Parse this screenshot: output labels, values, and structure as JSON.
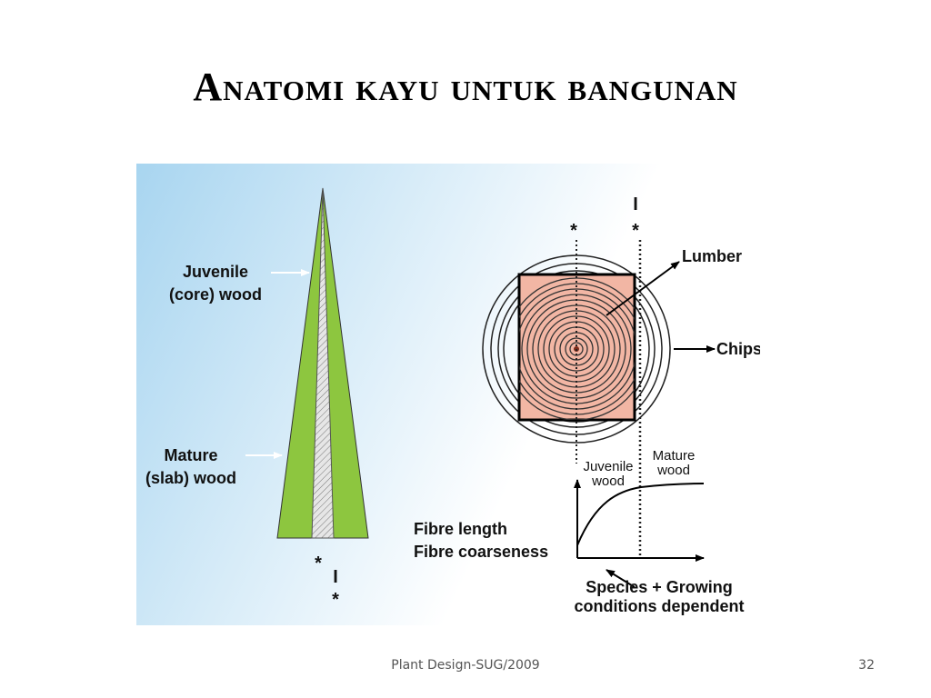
{
  "slide": {
    "title": "Anatomi kayu untuk bangunan",
    "footer": "Plant Design-SUG/2009",
    "page_number": "32"
  },
  "diagram": {
    "colors": {
      "background_from": "#a8d5f0",
      "background_to": "#ffffff",
      "mature_wood": "#8dc63f",
      "juvenile_core": "#dcdcdc",
      "lumber_fill": "#f2b6a4",
      "arrow_white": "#ffffff"
    },
    "tree": {
      "juvenile_label_line1": "Juvenile",
      "juvenile_label_line2": "(core) wood",
      "mature_label_line1": "Mature",
      "mature_label_line2": "(slab) wood",
      "star_left": "*",
      "marker_bar": "I",
      "star_bottom": "*"
    },
    "log": {
      "star_left": "*",
      "marker_bar": "I",
      "star_right": "*",
      "lumber_label": "Lumber",
      "chips_label": "Chips"
    },
    "graph": {
      "juvenile_line1": "Juvenile",
      "juvenile_line2": "wood",
      "mature_line1": "Mature",
      "mature_line2": "wood",
      "y_label_line1": "Fibre length",
      "y_label_line2": "Fibre coarseness",
      "note_line1": "Species + Growing",
      "note_line2": "conditions dependent"
    }
  }
}
